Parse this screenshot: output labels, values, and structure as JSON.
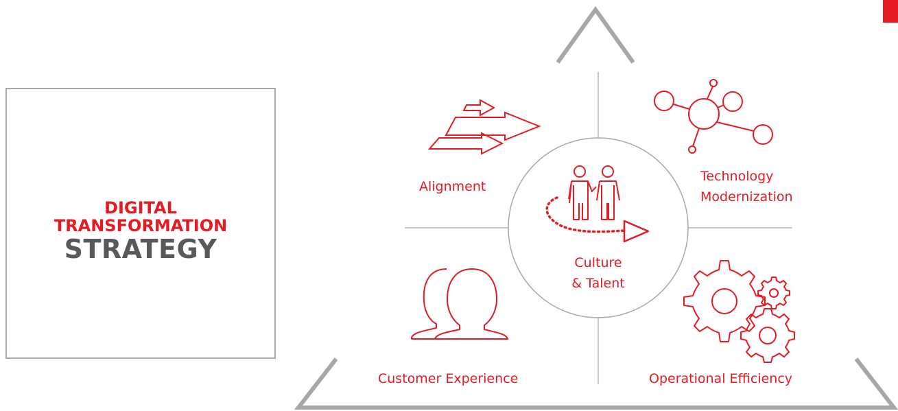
{
  "title": {
    "line1": "DIGITAL",
    "line2": "TRANSFORMATION",
    "line3": "STRATEGY"
  },
  "pillars": {
    "alignment": "Alignment",
    "technology_line1": "Technology",
    "technology_line2": "Modernization",
    "center_line1": "Culture",
    "center_line2": "& Talent",
    "customer": "Customer Experience",
    "operational": "Operational Efficiency"
  },
  "icons": {
    "alignment": "arrows-icon",
    "technology": "network-hub-icon",
    "center": "people-arrow-icon",
    "customer": "two-people-icon",
    "operational": "gears-icon"
  },
  "colors": {
    "accent": "#e31b23",
    "text_gray": "#58595b",
    "frame_gray": "#a7a7a9",
    "line_gray": "#b3b3b3"
  }
}
